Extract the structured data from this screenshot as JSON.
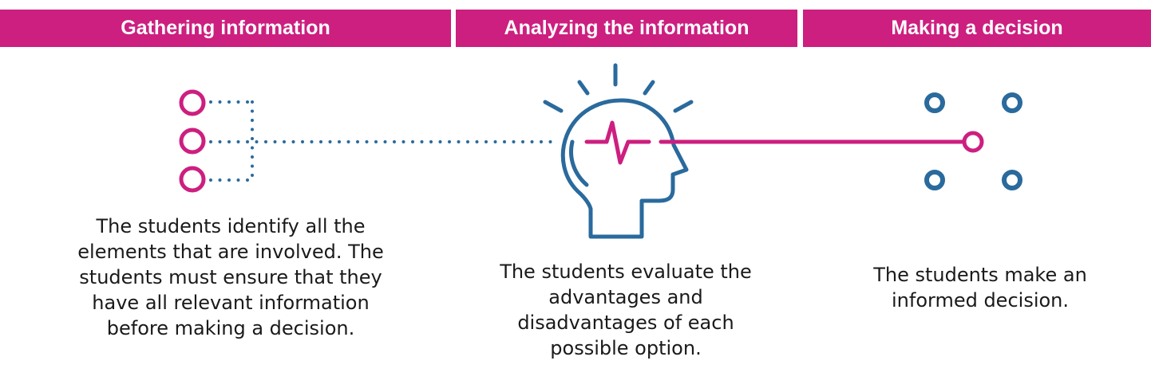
{
  "colors": {
    "magenta": "#cc1f7f",
    "blue": "#2a6a9d",
    "text": "#1a1a1a",
    "header_text": "#ffffff"
  },
  "icons": [
    "circle-icon",
    "dotted-line",
    "head-icon",
    "heartbeat-icon",
    "ray-icon",
    "decision-node-icon"
  ],
  "steps": [
    {
      "title": "Gathering information",
      "description": "The students identify all the elements that are involved. The students must ensure that they have all relevant information before making a decision."
    },
    {
      "title": "Analyzing the information",
      "description": "The students evaluate the advantages and disadvantages of each possible option."
    },
    {
      "title": "Making a decision",
      "description": "The students make an informed decision."
    }
  ]
}
